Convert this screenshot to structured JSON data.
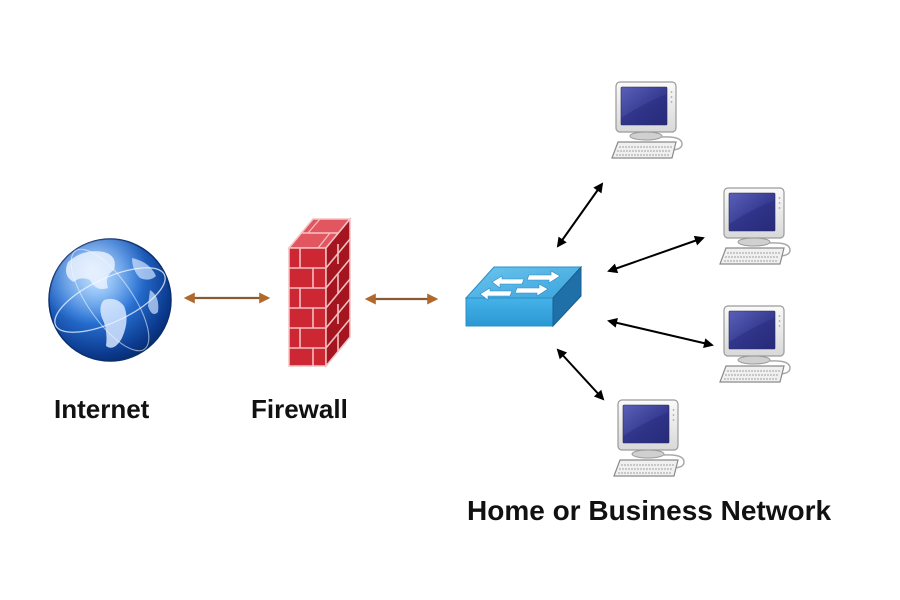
{
  "title": "Firewall network diagram",
  "nodes": {
    "internet": {
      "label": "Internet",
      "icon": "globe-icon"
    },
    "firewall": {
      "label": "Firewall",
      "icon": "brick-wall-icon"
    },
    "switch": {
      "label": "",
      "icon": "network-switch-icon"
    },
    "network": {
      "label": "Home or Business Network",
      "computers": [
        {
          "icon": "desktop-computer-icon"
        },
        {
          "icon": "desktop-computer-icon"
        },
        {
          "icon": "desktop-computer-icon"
        },
        {
          "icon": "desktop-computer-icon"
        }
      ]
    }
  },
  "connections": [
    {
      "from": "internet",
      "to": "firewall",
      "direction": "bidirectional",
      "color": "#a0602a"
    },
    {
      "from": "firewall",
      "to": "switch",
      "direction": "bidirectional",
      "color": "#a0602a"
    },
    {
      "from": "switch",
      "to": "computer-1",
      "direction": "bidirectional",
      "color": "#000000"
    },
    {
      "from": "switch",
      "to": "computer-2",
      "direction": "bidirectional",
      "color": "#000000"
    },
    {
      "from": "switch",
      "to": "computer-3",
      "direction": "bidirectional",
      "color": "#000000"
    },
    {
      "from": "switch",
      "to": "computer-4",
      "direction": "bidirectional",
      "color": "#000000"
    }
  ],
  "colors": {
    "globe": "#1f5fbf",
    "firewall_brick": "#c8202e",
    "switch": "#3aa6dc",
    "screen": "#3a3f9a",
    "link_brown": "#a0602a",
    "link_black": "#000000"
  }
}
